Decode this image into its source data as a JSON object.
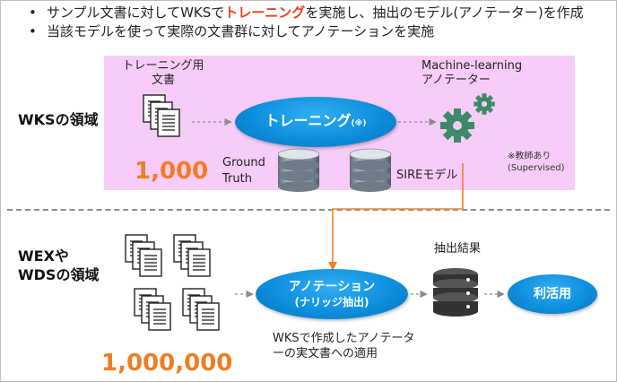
{
  "bullets": [
    {
      "before": "サンプル文書に対してWKSで",
      "highlight": "トレーニング",
      "after": "を実施し、抽出のモデル(アノテーター)を作成"
    },
    {
      "before": "当該モデルを使って実際の文書群に対してアノテーションを実施",
      "highlight": "",
      "after": ""
    }
  ],
  "regions": {
    "wks_label": "WKSの領域",
    "wex_label_1": "WEXや",
    "wex_label_2": "WDSの領域"
  },
  "wks": {
    "docs_label_1": "トレーニング用",
    "docs_label_2": "文書",
    "docs_count": "1,000",
    "training_oval": "トレーニング",
    "training_note_mark": "(※)",
    "ground_truth_1": "Ground",
    "ground_truth_2": "Truth",
    "sire_model": "SIREモデル",
    "ml_label_1": "Machine-learning",
    "ml_label_2": "アノテーター",
    "note_1": "※教師あり",
    "note_2": "(Supervised)"
  },
  "wex": {
    "docs_count": "1,000,000",
    "annotation_oval_1": "アノテーション",
    "annotation_oval_2": "(ナリッジ抽出)",
    "annotation_caption_1": "WKSで作成したアノテータ",
    "annotation_caption_2": "ーの実文書への適用",
    "results_label": "抽出結果",
    "use_oval": "利活用"
  },
  "colors": {
    "wks_region": "#f8ccf8",
    "oval_blue": "#1a9be6",
    "count_orange": "#f07d22",
    "highlight_red": "#e8401c",
    "gear_green": "#3c8a6a",
    "orange_connector": "#f0832a"
  },
  "icons": [
    "document-stack-icon",
    "database-icon",
    "gear-icon",
    "server-icon",
    "arrow-icon"
  ]
}
